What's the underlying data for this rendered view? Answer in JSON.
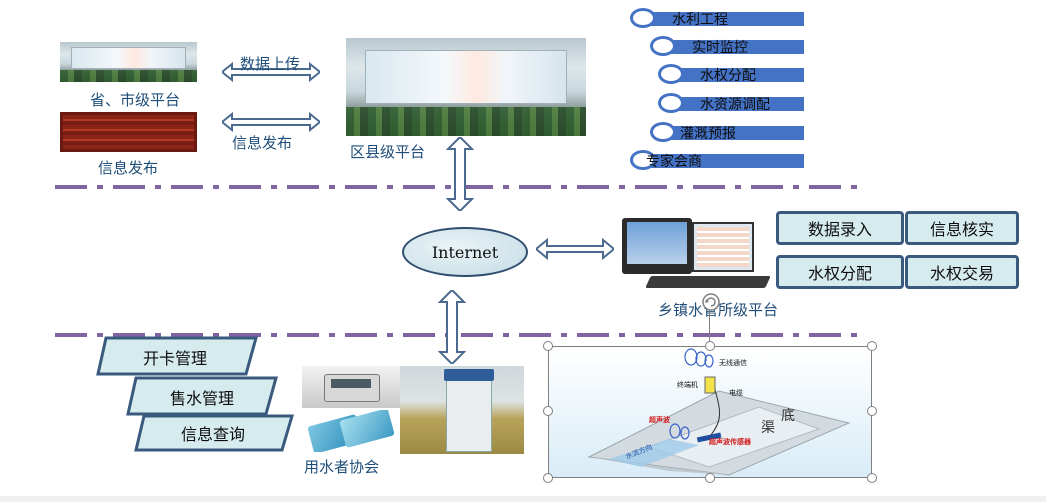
{
  "labels": {
    "provincial_platform": "省、市级平台",
    "info_publish_left": "信息发布",
    "data_upload": "数据上传",
    "info_publish_arrow": "信息发布",
    "county_platform": "区县级平台",
    "internet": "Internet",
    "township_platform": "乡镇水管所级平台",
    "water_users": "用水者协会"
  },
  "functions_top": [
    {
      "label": "水利工程"
    },
    {
      "label": "实时监控"
    },
    {
      "label": "水权分配"
    },
    {
      "label": "水资源调配"
    },
    {
      "label": "灌溉预报"
    },
    {
      "label": "专家会商"
    }
  ],
  "township_boxes": [
    {
      "label": "数据录入"
    },
    {
      "label": "信息核实"
    },
    {
      "label": "水权分配"
    },
    {
      "label": "水权交易"
    }
  ],
  "card_functions": [
    {
      "label": "开卡管理"
    },
    {
      "label": "售水管理"
    },
    {
      "label": "信息查询"
    }
  ],
  "canal_diagram": {
    "wireless": "无线通信",
    "terminal": "终端机",
    "cable": "电缆",
    "ultrasonic": "超声波",
    "sensor": "超声波传感器",
    "flow_dir": "水流方向",
    "canal": "渠",
    "bottom": "底"
  },
  "colors": {
    "arrow": "#4a6a8f",
    "separator": "#8064a2",
    "bar": "#4472c4",
    "box_fill": "#d6ebee",
    "box_border": "#3a5a7d",
    "label_text": "#1f4e79"
  }
}
